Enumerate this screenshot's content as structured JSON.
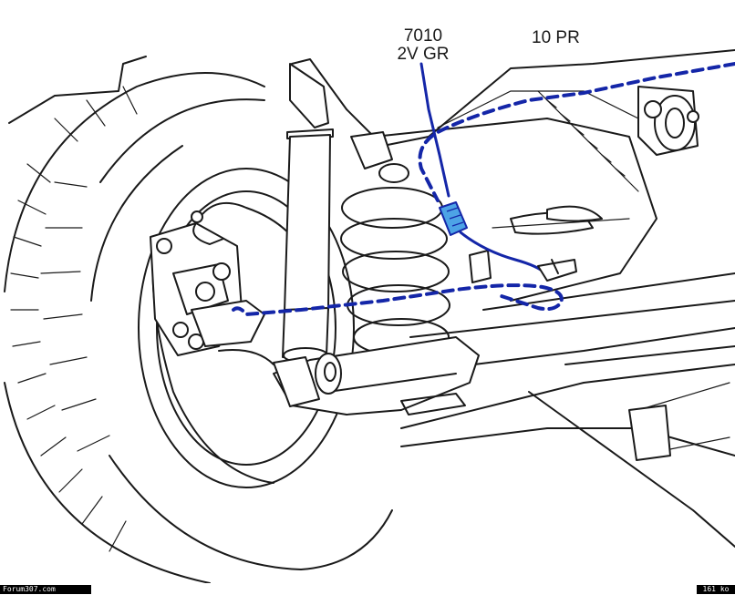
{
  "callouts": {
    "connector_number": "7010",
    "connector_spec": "2V GR",
    "harness_label": "10 PR"
  },
  "footer": {
    "site": "Forum307.com",
    "size": "161 ko"
  },
  "colors": {
    "wiring": "#1426a8",
    "connector": "#4da3e6",
    "line_art": "#1a1a1a",
    "background": "#ffffff",
    "footer_bar": "#000000"
  }
}
